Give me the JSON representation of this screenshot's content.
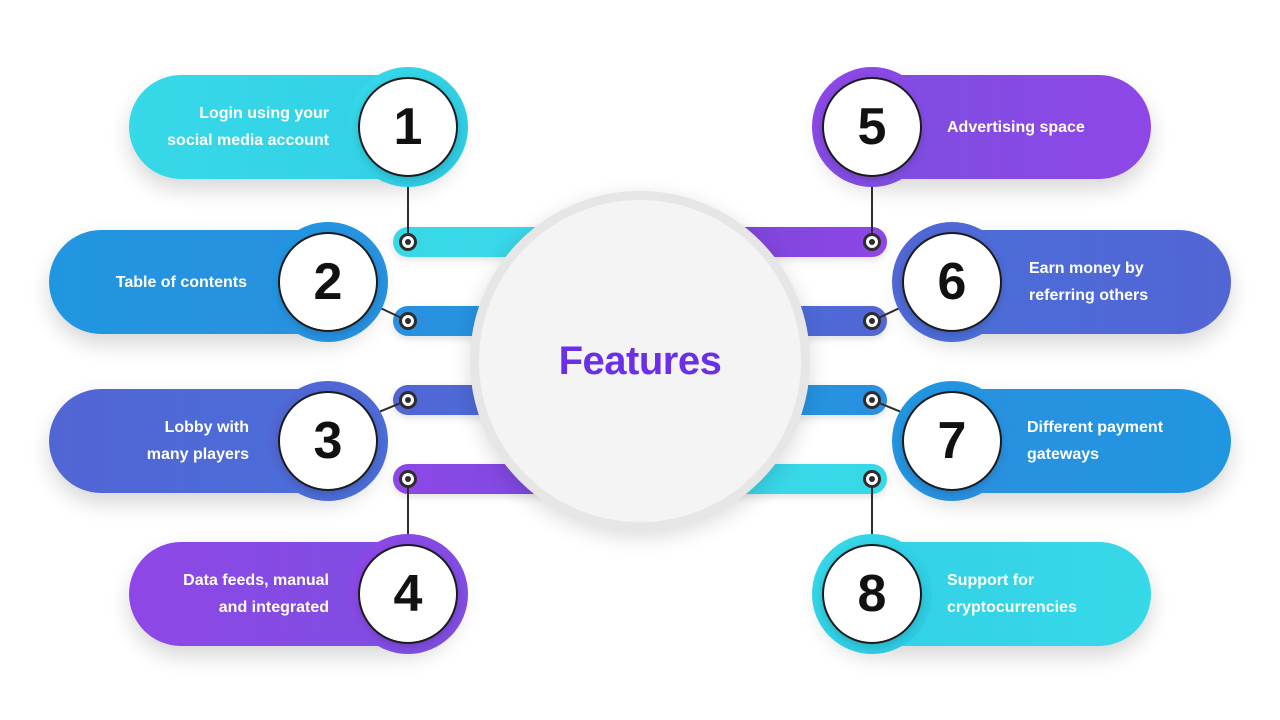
{
  "title": "Features",
  "colors": {
    "cyan": "#36d9e8",
    "blue": "#2196e0",
    "indigo": "#5265d4",
    "purple": "#8e47e6",
    "title": "#6a2fe6"
  },
  "features": [
    {
      "number": "1",
      "lines": [
        "Login using your",
        "social media account"
      ]
    },
    {
      "number": "2",
      "lines": [
        "Table of contents"
      ]
    },
    {
      "number": "3",
      "lines": [
        "Lobby with",
        "many players"
      ]
    },
    {
      "number": "4",
      "lines": [
        "Data feeds, manual",
        "and integrated"
      ]
    },
    {
      "number": "5",
      "lines": [
        "Advertising space"
      ]
    },
    {
      "number": "6",
      "lines": [
        "Earn money by",
        "referring others"
      ]
    },
    {
      "number": "7",
      "lines": [
        "Different payment",
        "gateways"
      ]
    },
    {
      "number": "8",
      "lines": [
        "Support for",
        "cryptocurrencies"
      ]
    }
  ]
}
